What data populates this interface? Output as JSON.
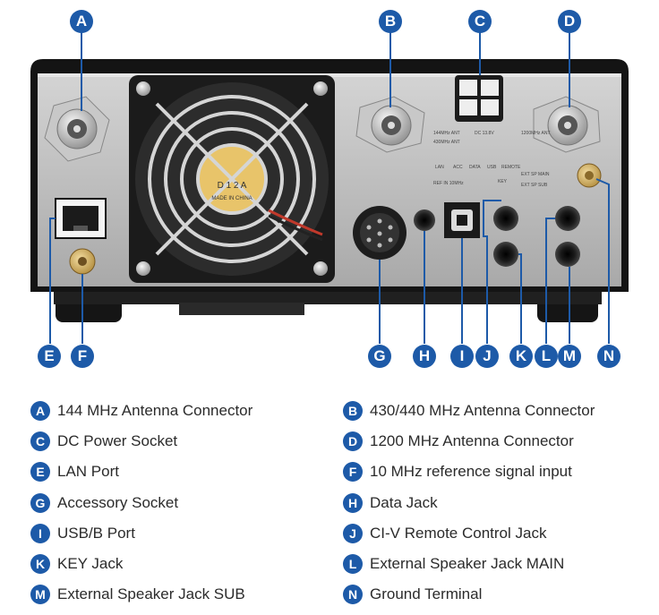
{
  "callouts": {
    "A": "A",
    "B": "B",
    "C": "C",
    "D": "D",
    "E": "E",
    "F": "F",
    "G": "G",
    "H": "H",
    "I": "I",
    "J": "J",
    "K": "K",
    "L": "L",
    "M": "M",
    "N": "N"
  },
  "legend": [
    {
      "letter": "A",
      "text": "144 MHz Antenna Connector"
    },
    {
      "letter": "B",
      "text": "430/440 MHz Antenna Connector"
    },
    {
      "letter": "C",
      "text": "DC Power Socket"
    },
    {
      "letter": "D",
      "text": "1200 MHz Antenna Connector"
    },
    {
      "letter": "E",
      "text": "LAN Port"
    },
    {
      "letter": "F",
      "text": "10 MHz reference signal input"
    },
    {
      "letter": "G",
      "text": "Accessory Socket"
    },
    {
      "letter": "H",
      "text": "Data Jack"
    },
    {
      "letter": "I",
      "text": "USB/B Port"
    },
    {
      "letter": "J",
      "text": "CI-V Remote Control Jack"
    },
    {
      "letter": "K",
      "text": "KEY Jack"
    },
    {
      "letter": "L",
      "text": "External Speaker Jack MAIN"
    },
    {
      "letter": "M",
      "text": "External Speaker Jack SUB"
    },
    {
      "letter": "N",
      "text": "Ground Terminal"
    }
  ],
  "panel_labels": {
    "fan_sticker": "MADE IN CHINA",
    "fan_model": "D   1 2 A",
    "lan": "LAN",
    "acc": "ACC",
    "data": "DATA",
    "usb": "USB",
    "remote": "REMOTE",
    "key": "KEY",
    "ext_sp_main": "EXT SP MAIN",
    "ext_sp_sub": "EXT SP SUB",
    "dc13": "DC 13.8V",
    "ref": "REF IN 10MHz",
    "antenna144": "144MHz ANT",
    "antenna430": "430MHz ANT",
    "antenna1200": "1200MHz ANT"
  },
  "colors": {
    "badge": "#1d5aa8",
    "chassis": "#b9b9b9",
    "frame": "#1a1a1a"
  }
}
